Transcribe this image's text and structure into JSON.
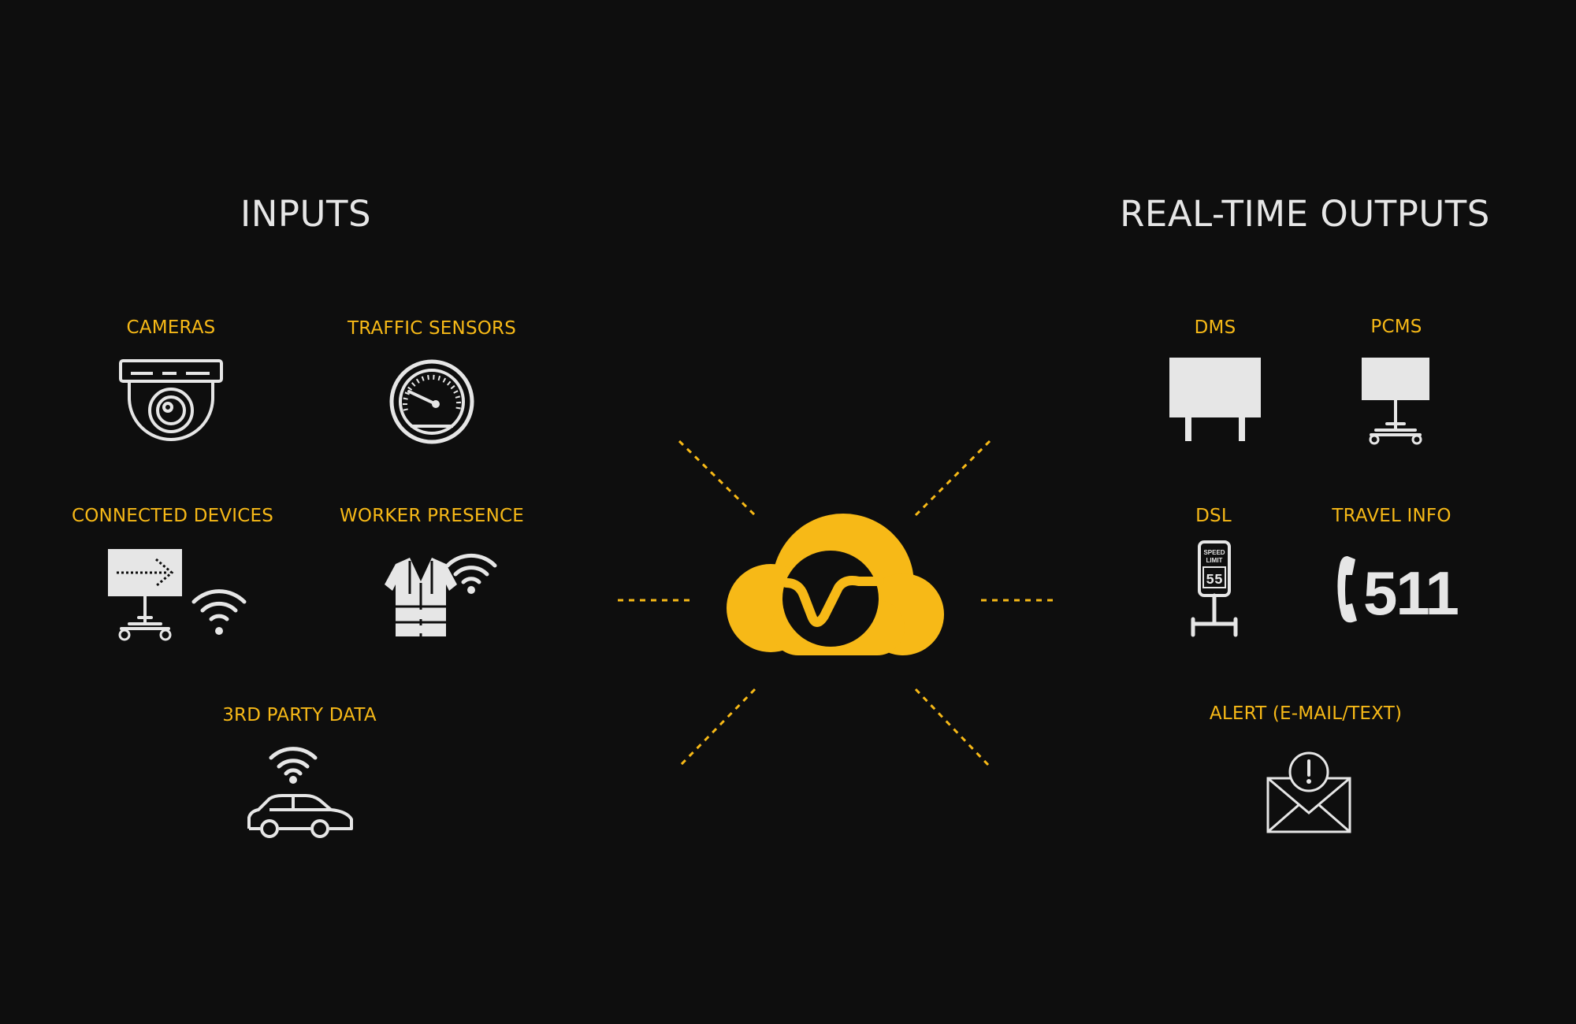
{
  "headings": {
    "inputs": "INPUTS",
    "outputs": "REAL-TIME OUTPUTS"
  },
  "inputs": {
    "cameras": "CAMERAS",
    "traffic_sensors": "TRAFFIC SENSORS",
    "connected_devices": "CONNECTED DEVICES",
    "worker_presence": "WORKER PRESENCE",
    "third_party_data": "3RD PARTY DATA"
  },
  "outputs": {
    "dms": "DMS",
    "pcms": "PCMS",
    "dsl": "DSL",
    "travel_info": "TRAVEL INFO",
    "alert": "ALERT (E-MAIL/TEXT)"
  },
  "icon_text": {
    "speed_limit_line1": "SPEED",
    "speed_limit_line2": "LIMIT",
    "speed_limit_value": "55",
    "travel_number": "511"
  },
  "icons": {
    "cameras": "security-camera-icon",
    "traffic_sensors": "speedometer-icon",
    "connected_devices": "arrow-board-trailer-icon",
    "worker_presence": "safety-vest-icon",
    "third_party_data": "connected-car-icon",
    "dms": "message-sign-icon",
    "pcms": "portable-sign-icon",
    "dsl": "speed-limit-sign-icon",
    "travel_info": "phone-511-icon",
    "alert": "alert-envelope-icon",
    "hub": "cloud-logo-icon"
  },
  "colors": {
    "background": "#0e0e0e",
    "accent": "#f7b917",
    "heading": "#e6e6e6",
    "icon": "#e6e6e6"
  }
}
